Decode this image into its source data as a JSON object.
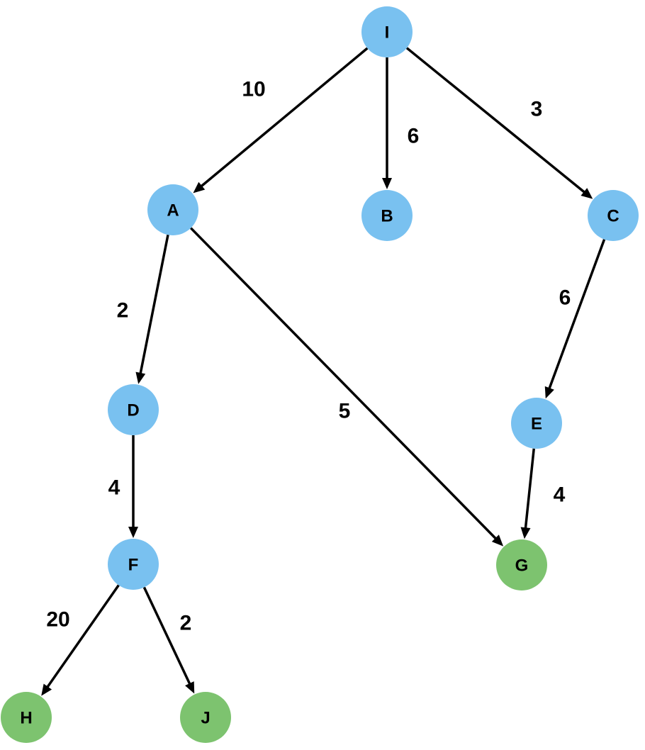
{
  "colors": {
    "blue_node": "#79c1f0",
    "green_node": "#7dc36f",
    "edge": "#000000",
    "text": "#000000"
  },
  "nodes": [
    {
      "id": "I",
      "label": "I",
      "color": "blue_node"
    },
    {
      "id": "A",
      "label": "A",
      "color": "blue_node"
    },
    {
      "id": "B",
      "label": "B",
      "color": "blue_node"
    },
    {
      "id": "C",
      "label": "C",
      "color": "blue_node"
    },
    {
      "id": "D",
      "label": "D",
      "color": "blue_node"
    },
    {
      "id": "E",
      "label": "E",
      "color": "blue_node"
    },
    {
      "id": "F",
      "label": "F",
      "color": "blue_node"
    },
    {
      "id": "G",
      "label": "G",
      "color": "green_node"
    },
    {
      "id": "H",
      "label": "H",
      "color": "green_node"
    },
    {
      "id": "J",
      "label": "J",
      "color": "green_node"
    }
  ],
  "edges": [
    {
      "from": "I",
      "to": "A",
      "weight": "10"
    },
    {
      "from": "I",
      "to": "B",
      "weight": "6"
    },
    {
      "from": "I",
      "to": "C",
      "weight": "3"
    },
    {
      "from": "A",
      "to": "D",
      "weight": "2"
    },
    {
      "from": "A",
      "to": "G",
      "weight": "5"
    },
    {
      "from": "C",
      "to": "E",
      "weight": "6"
    },
    {
      "from": "D",
      "to": "F",
      "weight": "4"
    },
    {
      "from": "E",
      "to": "G",
      "weight": "4"
    },
    {
      "from": "F",
      "to": "H",
      "weight": "20"
    },
    {
      "from": "F",
      "to": "J",
      "weight": "2"
    }
  ]
}
